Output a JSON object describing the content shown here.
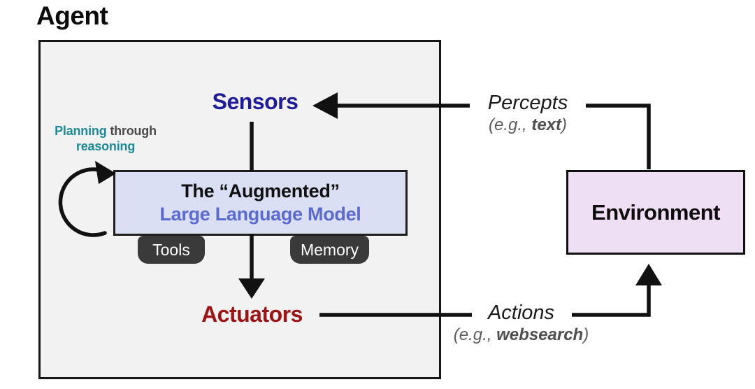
{
  "title": "Agent",
  "agent": {
    "sensors_label": "Sensors",
    "actuators_label": "Actuators",
    "planning": {
      "line1_accent": "Planning",
      "line1_rest": "through",
      "line2": "reasoning"
    },
    "llm_box": {
      "line1": "The “Augmented”",
      "line2": "Large Language Model"
    },
    "tabs": [
      {
        "label": "Tools"
      },
      {
        "label": "Memory"
      }
    ]
  },
  "flows": {
    "percepts": {
      "label": "Percepts",
      "example_prefix": "(e.g., ",
      "example_bold": "text",
      "example_suffix": ")"
    },
    "actions": {
      "label": "Actions",
      "example_prefix": "(e.g., ",
      "example_bold": "websearch",
      "example_suffix": ")"
    }
  },
  "environment": {
    "label": "Environment"
  },
  "colors": {
    "sensors_text": "#1f1c9c",
    "actuators_text": "#9e1313",
    "planning_accent": "#1d8a99",
    "llm_model_text": "#5b6ad1",
    "llm_box_fill": "#dbdff4",
    "environment_fill": "#efdff4",
    "agent_box_fill": "#f2f2f3",
    "tab_fill": "#3a3a3a",
    "line_color": "#111111"
  }
}
